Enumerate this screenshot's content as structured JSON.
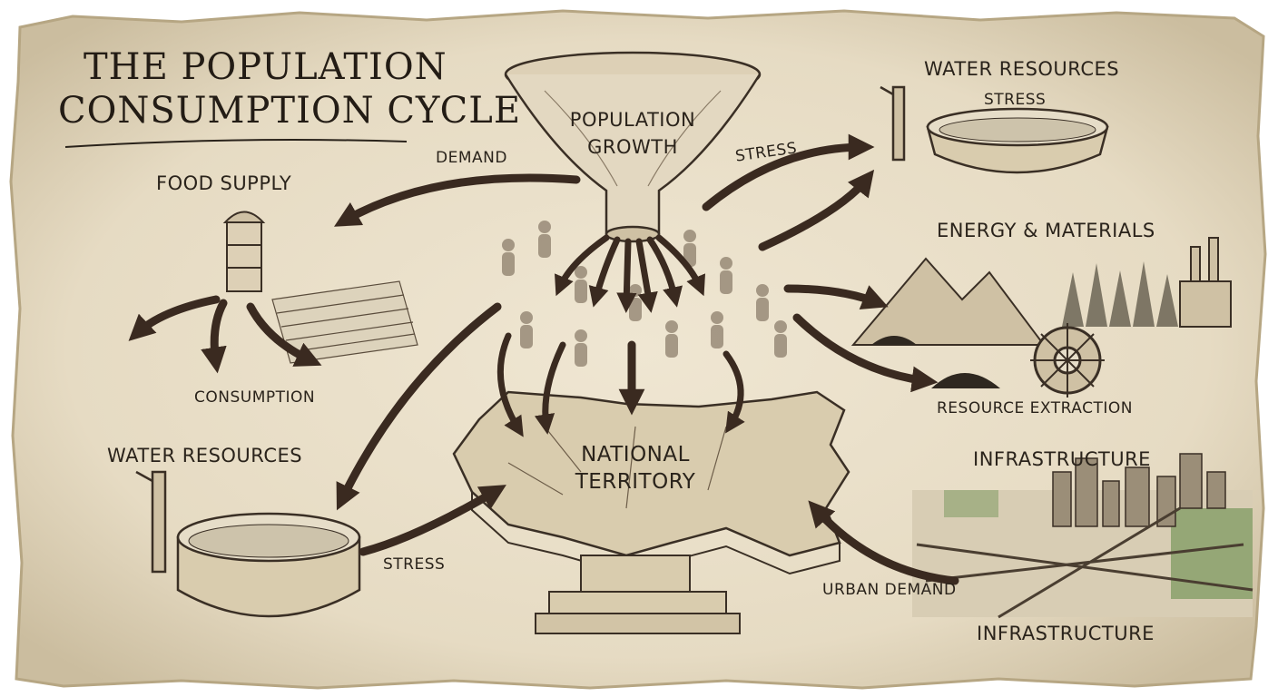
{
  "title": {
    "line1": "The Population",
    "line2": "Consumption Cycle"
  },
  "funnel": {
    "line1": "Population",
    "line2": "Growth"
  },
  "territory": {
    "line1": "National",
    "line2": "Territory"
  },
  "sections": {
    "food_supply": "Food Supply",
    "consumption": "Consumption",
    "water_resources_left": "Water Resources",
    "water_resources_right": "Water Resources",
    "energy_materials": "Energy & Materials",
    "resource_extraction": "Resource Extraction",
    "infrastructure_top": "Infrastructure",
    "infrastructure_bottom": "Infrastructure"
  },
  "arrows": {
    "demand": "Demand",
    "stress_top": "Stress",
    "stress_water_right": "Stress",
    "stress_bottom": "Stress",
    "urban_demand": "Urban Demand"
  },
  "colors": {
    "parchment": "#e9dfc9",
    "ink": "#2a231b",
    "arrow": "#3a2a20",
    "forest_green": "#7f9a62"
  }
}
